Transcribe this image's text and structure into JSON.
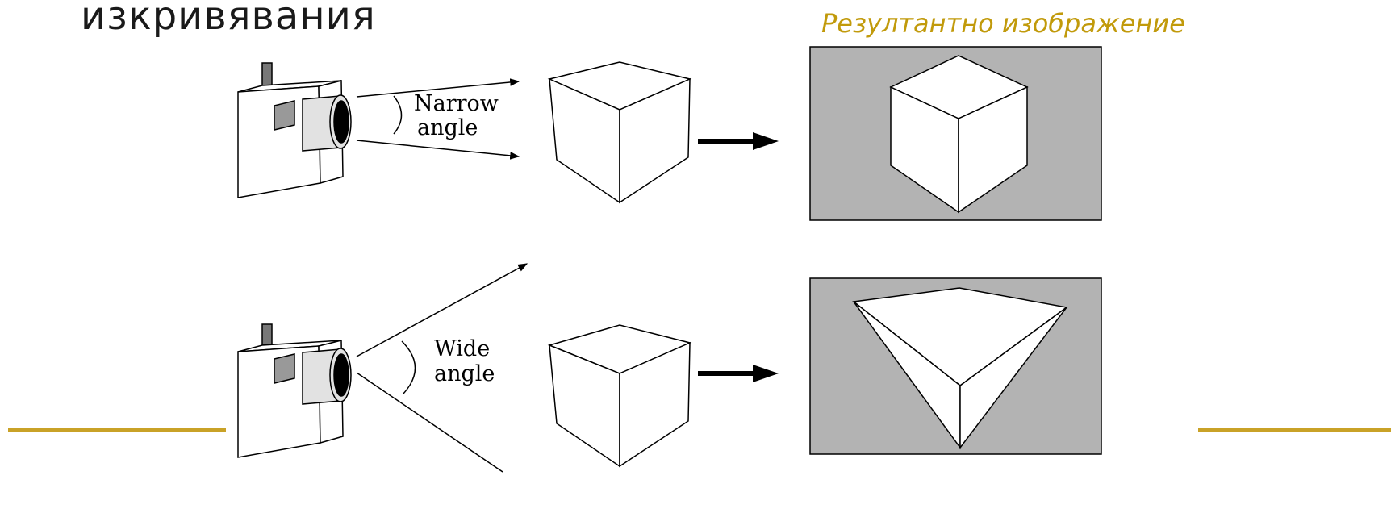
{
  "slide": {
    "title": "изкривявания",
    "subtitle": "Резултантно изображение"
  },
  "diagram": {
    "narrow_label_line1": "Narrow",
    "narrow_label_line2": "angle",
    "wide_label_line1": "Wide",
    "wide_label_line2": "angle"
  },
  "colors": {
    "accent": "#c9a227",
    "subtitle": "#c19a0b",
    "image_background": "#b3b3b3",
    "line": "#000000"
  },
  "icons": [
    "camera-icon",
    "cube-icon",
    "arrow-right-icon"
  ]
}
